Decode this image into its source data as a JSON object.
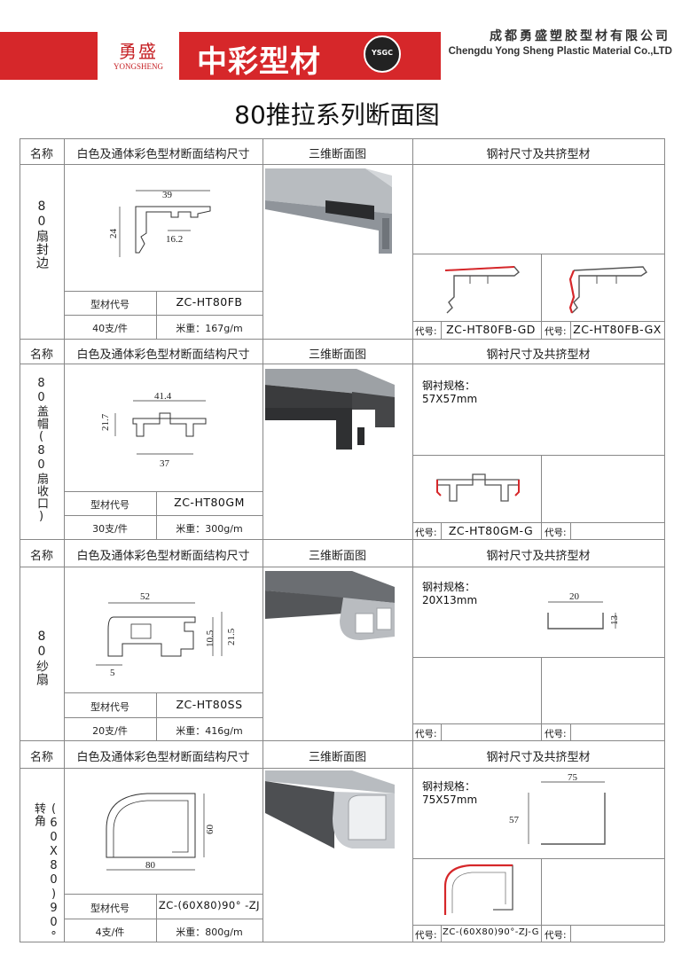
{
  "header": {
    "brand_cn": "勇盛",
    "brand_en": "YONGSHENG",
    "series_logo": "中彩型材",
    "seal_text": "YSGC",
    "company_cn": "成都勇盛塑胶型材有限公司",
    "company_en": "Chengdu Yong Sheng Plastic Material Co.,LTD",
    "colors": {
      "banner": "#d6272a",
      "brand": "#c62024"
    }
  },
  "title": "80推拉系列断面图",
  "columns": {
    "name": "名称",
    "section": "白色及通体彩色型材断面结构尺寸",
    "render3d": "三维断面图",
    "steel": "钢衬尺寸及共挤型材"
  },
  "labels": {
    "code_label": "型材代号",
    "daihao": "代号:"
  },
  "sections": [
    {
      "name": "80扇封边",
      "dims": [
        "39",
        "24",
        "16.2"
      ],
      "code": "ZC-HT80FB",
      "pieces": "40支/件",
      "weight": "米重：167g/m",
      "steel_spec": [
        "",
        ""
      ],
      "codes": [
        "ZC-HT80FB-GD",
        "ZC-HT80FB-GX"
      ]
    },
    {
      "name": "80盖帽(80扇收口)",
      "dims": [
        "41.4",
        "21.7",
        "37"
      ],
      "code": "ZC-HT80GM",
      "pieces": "30支/件",
      "weight": "米重：300g/m",
      "steel_spec": [
        "钢衬规格：",
        "57X57mm"
      ],
      "codes": [
        "ZC-HT80GM-G",
        ""
      ]
    },
    {
      "name": "80纱扇",
      "dims": [
        "52",
        "10.5",
        "21.5",
        "5"
      ],
      "code": "ZC-HT80SS",
      "pieces": "20支/件",
      "weight": "米重：416g/m",
      "steel_spec": [
        "钢衬规格：",
        "20X13mm"
      ],
      "steel_dims": [
        "20",
        "13"
      ],
      "codes": [
        "",
        ""
      ]
    },
    {
      "name": "(60X80)90°转角",
      "dims": [
        "60",
        "80"
      ],
      "code": "ZC-(60X80)90° -ZJ",
      "pieces": "4支/件",
      "weight": "米重：800g/m",
      "steel_spec": [
        "钢衬规格：",
        "75X57mm"
      ],
      "steel_dims": [
        "75",
        "57"
      ],
      "codes": [
        "ZC-(60X80)90°-ZJ-G",
        ""
      ]
    }
  ]
}
